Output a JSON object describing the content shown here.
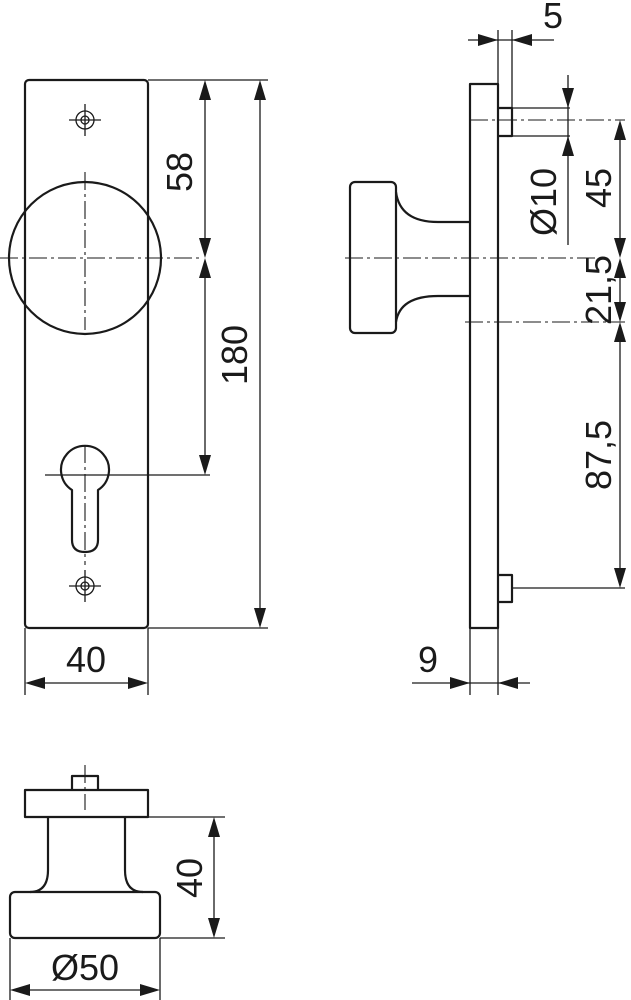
{
  "dimensions": {
    "screw_offset": "5",
    "top_to_knob_center": "58",
    "total_length": "180",
    "hole_diameter": "Ø10",
    "side_top_to_knob": "45",
    "side_knob_to_lower": "21,5",
    "side_lower_to_screw": "87,5",
    "plate_width": "40",
    "plate_thickness": "9",
    "knob_height": "40",
    "knob_diameter": "Ø50"
  },
  "colors": {
    "ink": "#1a1a1a",
    "paper": "#ffffff"
  }
}
